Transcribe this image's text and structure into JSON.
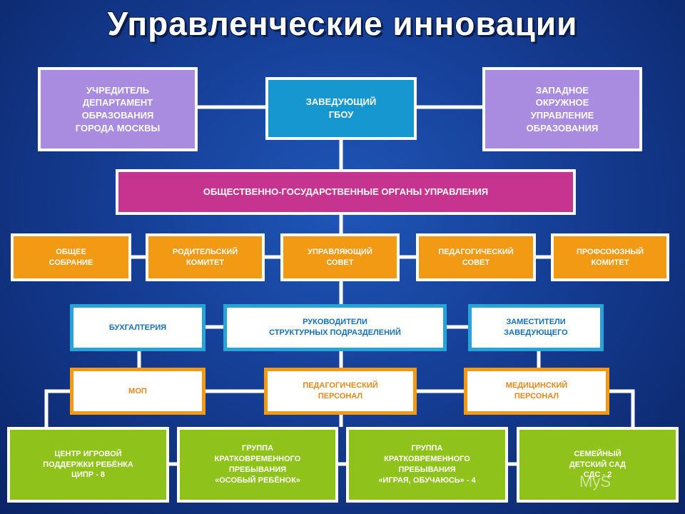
{
  "title": "Управленческие инновации",
  "top": {
    "founder": "УЧРЕДИТЕЛЬ\nДЕПАРТАМЕНТ\nОБРАЗОВАНИЯ\nГОРОДА МОСКВЫ",
    "head": "ЗАВЕДУЮЩИЙ\nГБОУ",
    "district": "ЗАПАДНОЕ\nОКРУЖНОЕ\nУПРАВЛЕНИЕ\nОБРАЗОВАНИЯ"
  },
  "governance": "ОБЩЕСТВЕННО-ГОСУДАРСТВЕННЫЕ ОРГАНЫ УПРАВЛЕНИЯ",
  "councils": [
    "ОБЩЕЕ\nСОБРАНИЕ",
    "РОДИТЕЛЬСКИЙ\nКОМИТЕТ",
    "УПРАВЛЯЮЩИЙ\nСОВЕТ",
    "ПЕДАГОГИЧЕСКИЙ\nСОВЕТ",
    "ПРОФСОЮЗНЫЙ\nКОМИТЕТ"
  ],
  "management": {
    "accounting": "БУХГАЛТЕРИЯ",
    "heads": "РУКОВОДИТЕЛИ\nСТРУКТУРНЫХ ПОДРАЗДЕЛЕНИЙ",
    "deputies": "ЗАМЕСТИТЕЛИ\nЗАВЕДУЮЩЕГО"
  },
  "staff": {
    "mop": "МОП",
    "teaching": "ПЕДАГОГИЧЕСКИЙ\nПЕРСОНАЛ",
    "medical": "МЕДИЦИНСКИЙ\nПЕРСОНАЛ"
  },
  "units": [
    "ЦЕНТР ИГРОВОЙ\nПОДДЕРЖКИ РЕБЁНКА\nЦИПР - 8",
    "ГРУППА\nКРАТКОВРЕМЕННОГО\nПРЕБЫВАНИЯ\n«ОСОБЫЙ РЕБЁНОК»",
    "ГРУППА\nКРАТКОВРЕМЕННОГО\nПРЕБЫВАНИЯ\n«ИГРАЯ, ОБУЧАЮСЬ» - 4",
    "СЕМЕЙНЫЙ\nДЕТСКИЙ САД\nСДС - 2"
  ],
  "watermark": "MyS",
  "colors": {
    "background": "#153e95",
    "lavender": "#a98be0",
    "head_blue": "#1797d0",
    "magenta": "#c6348f",
    "orange": "#f39a15",
    "green": "#8fc21b",
    "cyan_border": "#27a3d8"
  }
}
